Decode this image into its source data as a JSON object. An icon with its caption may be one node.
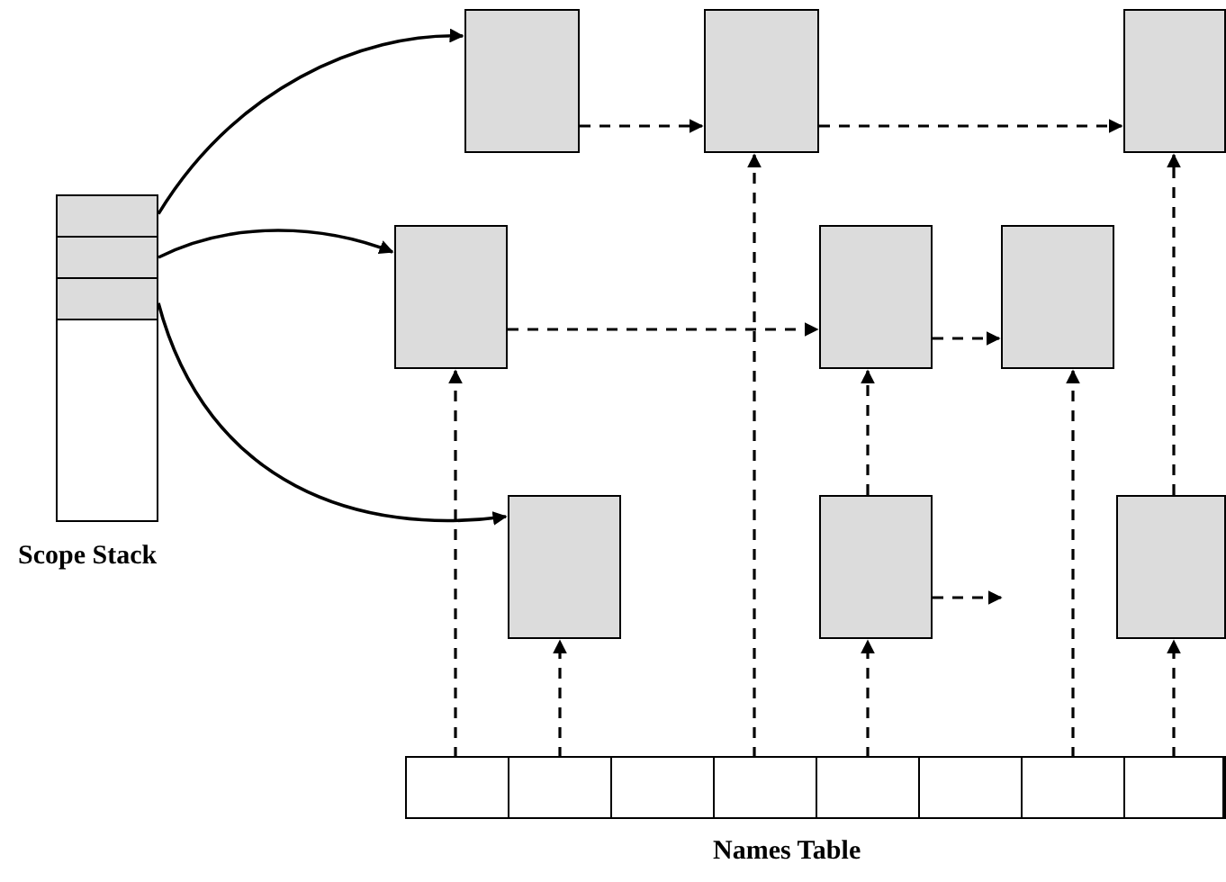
{
  "diagram": {
    "nodes": [
      {
        "text": [
          "Scope Stack"
        ]
      },
      {
        "text": [],
        "shape": "box",
        "in": 0
      },
      {
        "text": [],
        "shape": "box",
        "in": 0
      },
      {
        "text": [],
        "shape": "box",
        "in": 0
      },
      {
        "text": [],
        "shape": "box"
      },
      {
        "text": [],
        "shape": "box"
      },
      {
        "text": [],
        "shape": "box"
      },
      {
        "text": [],
        "shape": "box"
      },
      {
        "text": [],
        "shape": "box"
      },
      {
        "text": [],
        "shape": "box"
      },
      {
        "text": [],
        "shape": "box"
      },
      {
        "text": [],
        "shape": "box"
      },
      {
        "text": [],
        "shape": "box"
      },
      {
        "text": [
          "Names Table"
        ]
      },
      {
        "text": [],
        "shape": "box",
        "in": 13
      },
      {
        "text": [],
        "shape": "box",
        "in": 13
      },
      {
        "text": [],
        "shape": "box",
        "in": 13
      },
      {
        "text": [],
        "shape": "box",
        "in": 13
      },
      {
        "text": [],
        "shape": "box",
        "in": 13
      },
      {
        "text": [],
        "shape": "box",
        "in": 13
      },
      {
        "text": [],
        "shape": "box",
        "in": 13
      },
      {
        "text": [],
        "shape": "box",
        "in": 13
      }
    ],
    "edges": [
      {
        "from": 1,
        "to": 4,
        "arrow": "to"
      },
      {
        "from": 2,
        "to": 7,
        "arrow": "to"
      },
      {
        "from": 3,
        "to": 10,
        "arrow": "to"
      },
      {
        "from": 4,
        "to": 5,
        "arrow": "to",
        "style": "dashed"
      },
      {
        "from": 5,
        "to": 6,
        "arrow": "to",
        "style": "dashed"
      },
      {
        "from": 7,
        "to": 8,
        "arrow": "to",
        "style": "dashed"
      },
      {
        "from": 8,
        "to": 9,
        "arrow": "to",
        "style": "dashed"
      },
      {
        "from": 11,
        "to": null,
        "arrow": "to",
        "style": "dashed"
      },
      {
        "from": 14,
        "to": 7,
        "arrow": "to",
        "style": "dashed"
      },
      {
        "from": 15,
        "to": 10,
        "arrow": "to",
        "style": "dashed"
      },
      {
        "from": 17,
        "to": 5,
        "arrow": "to",
        "style": "dashed"
      },
      {
        "from": 18,
        "to": 11,
        "arrow": "to",
        "style": "dashed"
      },
      {
        "from": 11,
        "to": 8,
        "arrow": "to",
        "style": "dashed"
      },
      {
        "from": 20,
        "to": 9,
        "arrow": "to",
        "style": "dashed"
      },
      {
        "from": 21,
        "to": 12,
        "arrow": "to",
        "style": "dashed"
      },
      {
        "from": 12,
        "to": 6,
        "arrow": "to",
        "style": "dashed"
      }
    ]
  }
}
